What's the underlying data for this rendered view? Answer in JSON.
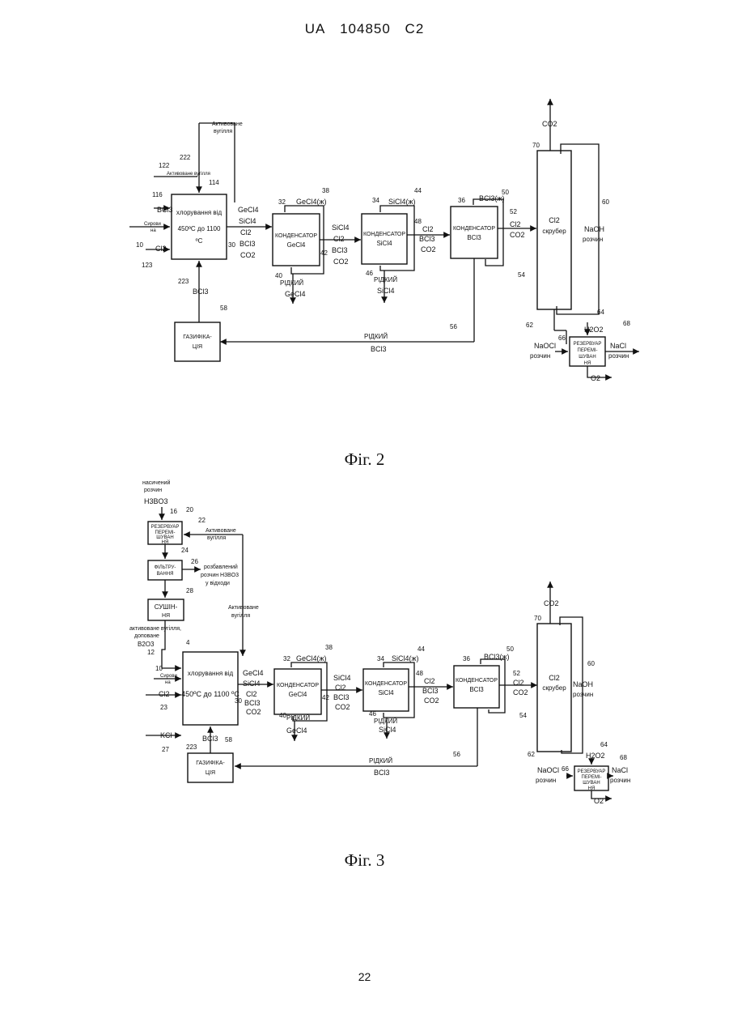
{
  "header": {
    "office": "UA",
    "number": "104850",
    "kind": "C2"
  },
  "page_number": "22",
  "fig2": {
    "caption": "Фіг. 2",
    "chlorination_label_1": "хлорування від",
    "chlorination_label_2": "450ºC до 1100",
    "chlorination_label_3": "ºC",
    "activated_carbon_1": "Активоване",
    "activated_carbon_2": "вугілля",
    "activated_carbon_line": "Активоване вугілля",
    "raw_1": "Сирови",
    "raw_2": "на",
    "bcl3": "BCl3",
    "cl2": "Cl2",
    "outlet_gecl4": "GeCl4",
    "outlet_sicl4": "SiCl4",
    "outlet_cl2": "Cl2",
    "outlet_bcl3": "BCl3",
    "outlet_co2": "CO2",
    "cond1_1": "КОНДЕНСАТОР",
    "cond1_2": "GeCl4",
    "cond2_1": "КОНДЕНСАТОР",
    "cond2_2": "SiCl4",
    "cond3_1": "КОНДЕНСАТОР",
    "cond3_2": "BCl3",
    "reflux_ge": "GeCl4(ж)",
    "reflux_si": "SiCl4(ж)",
    "reflux_b": "BCl3(ж)",
    "liquid": "РІДКИЙ",
    "liquid_gecl4": "GeCl4",
    "liquid_sicl4": "SiCl4",
    "liquid_bcl3": "BCl3",
    "gas_sicl4": "SiCl4",
    "gas_cl2": "Cl2",
    "gas_bcl3": "BCl3",
    "gas_co2": "CO2",
    "scrubber_1": "Cl2",
    "scrubber_2": "скрубер",
    "co2_top": "CO2",
    "naoh_1": "NaOH",
    "naoh_2": "розчин",
    "gasif_1": "ГАЗИФІКА-",
    "gasif_2": "ЦІЯ",
    "h2o2": "H2O2",
    "naocl_1": "NaOCl",
    "naocl_2": "розчин",
    "nacl_1": "NaCl",
    "nacl_2": "розчин",
    "reactor_1": "РЕЗЕРВУАР",
    "reactor_2": "ПЕРЕМІ-",
    "reactor_3": "ШУВАН",
    "reactor_4": "НЯ",
    "o2": "O2",
    "refs": {
      "r10": "10",
      "r30": "30",
      "r32": "32",
      "r34": "34",
      "r36": "36",
      "r38": "38",
      "r40": "40",
      "r42": "42",
      "r44": "44",
      "r46": "46",
      "r48": "48",
      "r50": "50",
      "r52": "52",
      "r54": "54",
      "r56": "56",
      "r58": "58",
      "r60": "60",
      "r62": "62",
      "r64": "64",
      "r66": "66",
      "r68": "68",
      "r70": "70",
      "r114": "114",
      "r116": "116",
      "r122": "122",
      "r123": "123",
      "r222": "222",
      "r223": "223"
    }
  },
  "fig3": {
    "caption": "Фіг. 3",
    "saturated_1": "насичений",
    "saturated_2": "розчин",
    "h3bo3": "H3BO3",
    "mixtank_1": "РЕЗЕРВУАР",
    "mixtank_2": "ПЕРЕМІ-",
    "mixtank_3": "ШУВАН",
    "mixtank_4": "НЯ",
    "activated_1": "Активоване",
    "activated_2": "вугілля",
    "filter_1": "ФІЛЬТРУ-",
    "filter_2": "ВАННЯ",
    "diluted_1": "розбавлений",
    "diluted_2": "розчин H3BO3",
    "diluted_3": "у відходи",
    "drying_1": "СУШІН-",
    "drying_2": "НЯ",
    "activated_right_1": "Активоване",
    "activated_right_2": "вугілля",
    "doped_1": "активоване вугілля,",
    "doped_2": "доповане",
    "b2o3": "B2O3",
    "raw_1": "Сирови",
    "raw_2": "на",
    "cl2": "Cl2",
    "kcl": "KCl",
    "bcl3": "BCl3",
    "chlorination_1": "хлорування від",
    "chlorination_2": "450ºC до 1100 ºC",
    "outlet_gecl4": "GeCl4",
    "outlet_sicl4": "SiCl4",
    "outlet_cl2": "Cl2",
    "outlet_bcl3": "BCl3",
    "outlet_co2": "CO2",
    "cond1_1": "КОНДЕНСАТОР",
    "cond1_2": "GeCl4",
    "cond2_1": "КОНДЕНСАТОР",
    "cond2_2": "SiCl4",
    "cond3_1": "КОНДЕНСАТОР",
    "cond3_2": "BCl3",
    "reflux_ge": "GeCl4(ж)",
    "reflux_si": "SiCl4(ж)",
    "reflux_b": "BCl3(ж)",
    "liquid": "РІДКИЙ",
    "liquid_gecl4": "GeCl4",
    "liquid_sicl4": "SiCl4",
    "liquid_bcl3": "BCl3",
    "gas_sicl4": "SiCl4",
    "gas_cl2": "Cl2",
    "gas_bcl3": "BCl3",
    "gas_co2": "CO2",
    "scrubber_1": "Cl2",
    "scrubber_2": "скрубер",
    "co2_top": "CO2",
    "naoh_1": "NaOH",
    "naoh_2": "розчин",
    "gasif_1": "ГАЗИФІКА-",
    "gasif_2": "ЦІЯ",
    "h2o2": "H2O2",
    "naocl_1": "NaOCl",
    "naocl_2": "розчин",
    "nacl_1": "NaCl",
    "nacl_2": "розчин",
    "reactor_1": "РЕЗЕРВУАР",
    "reactor_2": "ПЕРЕМІ-",
    "reactor_3": "ШУВАН",
    "reactor_4": "НЯ",
    "o2": "O2",
    "refs": {
      "r4": "4",
      "r10": "10",
      "r12": "12",
      "r16": "16",
      "r20": "20",
      "r22": "22",
      "r23": "23",
      "r24": "24",
      "r26": "26",
      "r27": "27",
      "r28": "28",
      "r30": "30",
      "r32": "32",
      "r34": "34",
      "r36": "36",
      "r38": "38",
      "r40": "40",
      "r42": "42",
      "r44": "44",
      "r46": "46",
      "r48": "48",
      "r50": "50",
      "r52": "52",
      "r54": "54",
      "r56": "56",
      "r58": "58",
      "r60": "60",
      "r62": "62",
      "r64": "64",
      "r66": "66",
      "r68": "68",
      "r70": "70",
      "r223": "223"
    }
  }
}
